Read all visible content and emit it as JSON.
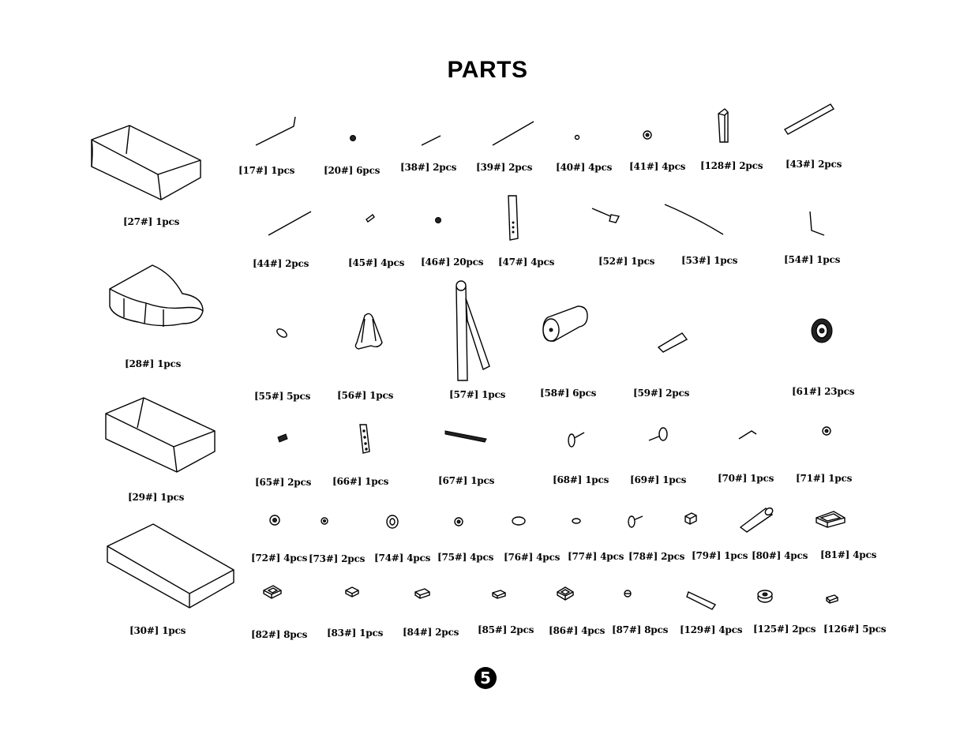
{
  "page": {
    "title": "PARTS",
    "page_number": "5"
  },
  "parts": [
    {
      "code": "[27#]",
      "qty": "1pcs",
      "icon": "seat-pad-icon"
    },
    {
      "code": "[28#]",
      "qty": "1pcs",
      "icon": "shaped-seat-icon"
    },
    {
      "code": "[29#]",
      "qty": "1pcs",
      "icon": "seat-pad-icon"
    },
    {
      "code": "[30#]",
      "qty": "1pcs",
      "icon": "back-pad-icon"
    },
    {
      "code": "[17#]",
      "qty": "1pcs",
      "icon": "bent-rod-icon"
    },
    {
      "code": "[20#]",
      "qty": "6pcs",
      "icon": "nut-icon"
    },
    {
      "code": "[38#]",
      "qty": "2pcs",
      "icon": "short-rod-icon"
    },
    {
      "code": "[39#]",
      "qty": "2pcs",
      "icon": "long-rod-icon"
    },
    {
      "code": "[40#]",
      "qty": "4pcs",
      "icon": "washer-icon"
    },
    {
      "code": "[41#]",
      "qty": "4pcs",
      "icon": "nut-icon"
    },
    {
      "code": "[128#]",
      "qty": "2pcs",
      "icon": "bracket-icon"
    },
    {
      "code": "[43#]",
      "qty": "2pcs",
      "icon": "tube-icon"
    },
    {
      "code": "[44#]",
      "qty": "2pcs",
      "icon": "long-rod-icon"
    },
    {
      "code": "[45#]",
      "qty": "4pcs",
      "icon": "pin-icon"
    },
    {
      "code": "[46#]",
      "qty": "20pcs",
      "icon": "nut-icon"
    },
    {
      "code": "[47#]",
      "qty": "4pcs",
      "icon": "plate-icon"
    },
    {
      "code": "[52#]",
      "qty": "1pcs",
      "icon": "pop-pin-icon"
    },
    {
      "code": "[53#]",
      "qty": "1pcs",
      "icon": "cable-icon"
    },
    {
      "code": "[54#]",
      "qty": "1pcs",
      "icon": "l-bracket-icon"
    },
    {
      "code": "[55#]",
      "qty": "5pcs",
      "icon": "ring-icon"
    },
    {
      "code": "[56#]",
      "qty": "1pcs",
      "icon": "handle-icon"
    },
    {
      "code": "[57#]",
      "qty": "1pcs",
      "icon": "strap-icon"
    },
    {
      "code": "[58#]",
      "qty": "6pcs",
      "icon": "roller-icon"
    },
    {
      "code": "[59#]",
      "qty": "2pcs",
      "icon": "tube-icon"
    },
    {
      "code": "[61#]",
      "qty": "23pcs",
      "icon": "pulley-icon"
    },
    {
      "code": "[65#]",
      "qty": "2pcs",
      "icon": "clip-icon"
    },
    {
      "code": "[66#]",
      "qty": "1pcs",
      "icon": "chain-icon"
    },
    {
      "code": "[67#]",
      "qty": "1pcs",
      "icon": "chain-icon"
    },
    {
      "code": "[68#]",
      "qty": "1pcs",
      "icon": "knob-icon"
    },
    {
      "code": "[69#]",
      "qty": "1pcs",
      "icon": "knob-icon"
    },
    {
      "code": "[70#]",
      "qty": "1pcs",
      "icon": "hex-key-icon"
    },
    {
      "code": "[71#]",
      "qty": "1pcs",
      "icon": "washer-icon"
    },
    {
      "code": "[72#]",
      "qty": "4pcs",
      "icon": "bushing-icon"
    },
    {
      "code": "[73#]",
      "qty": "2pcs",
      "icon": "washer-icon"
    },
    {
      "code": "[74#]",
      "qty": "4pcs",
      "icon": "bushing-icon"
    },
    {
      "code": "[75#]",
      "qty": "4pcs",
      "icon": "bushing-icon"
    },
    {
      "code": "[76#]",
      "qty": "4pcs",
      "icon": "ring-icon"
    },
    {
      "code": "[77#]",
      "qty": "4pcs",
      "icon": "ring-icon"
    },
    {
      "code": "[78#]",
      "qty": "2pcs",
      "icon": "knob-icon"
    },
    {
      "code": "[79#]",
      "qty": "1pcs",
      "icon": "cube-icon"
    },
    {
      "code": "[80#]",
      "qty": "4pcs",
      "icon": "tube-icon"
    },
    {
      "code": "[81#]",
      "qty": "4pcs",
      "icon": "end-cap-icon"
    },
    {
      "code": "[82#]",
      "qty": "8pcs",
      "icon": "square-cap-icon"
    },
    {
      "code": "[83#]",
      "qty": "1pcs",
      "icon": "square-cap-icon"
    },
    {
      "code": "[84#]",
      "qty": "2pcs",
      "icon": "end-cap-icon"
    },
    {
      "code": "[85#]",
      "qty": "2pcs",
      "icon": "end-cap-icon"
    },
    {
      "code": "[86#]",
      "qty": "4pcs",
      "icon": "square-cap-icon"
    },
    {
      "code": "[87#]",
      "qty": "8pcs",
      "icon": "washer-icon"
    },
    {
      "code": "[129#]",
      "qty": "4pcs",
      "icon": "tube-icon"
    },
    {
      "code": "[125#]",
      "qty": "2pcs",
      "icon": "spacer-icon"
    },
    {
      "code": "[126#]",
      "qty": "5pcs",
      "icon": "end-cap-icon"
    }
  ]
}
